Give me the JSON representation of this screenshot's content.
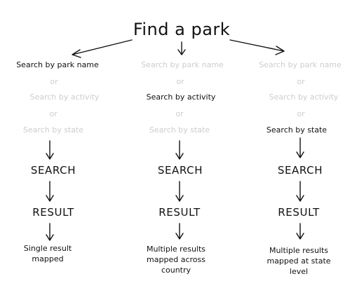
{
  "title": "Find a park",
  "separator": "or",
  "columns": [
    {
      "options": [
        "Search by park name",
        "Search by activity",
        "Search by state"
      ],
      "active_index": 0,
      "search_label": "SEARCH",
      "result_label": "RESULT",
      "outcome": "Single result mapped"
    },
    {
      "options": [
        "Search by park name",
        "Search by activity",
        "Search by state"
      ],
      "active_index": 1,
      "search_label": "SEARCH",
      "result_label": "RESULT",
      "outcome": "Multiple results mapped across country"
    },
    {
      "options": [
        "Search by park name",
        "Search by activity",
        "Search by state"
      ],
      "active_index": 2,
      "search_label": "SEARCH",
      "result_label": "RESULT",
      "outcome": "Multiple results mapped at state level"
    }
  ],
  "colors": {
    "ink": "#111111",
    "dimmed": "#cdcdcd",
    "background": "#ffffff"
  }
}
